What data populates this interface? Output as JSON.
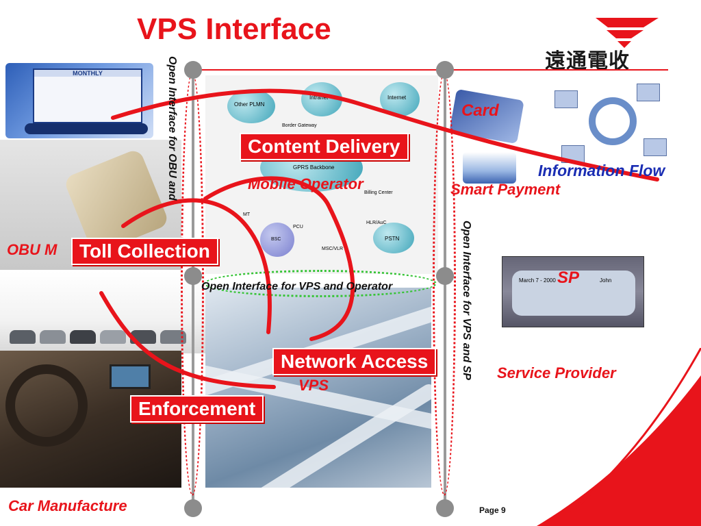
{
  "title": "VPS Interface",
  "logo": {
    "text": "遠通電收"
  },
  "labels": {
    "content_delivery": "Content Delivery",
    "toll_collection": "Toll Collection",
    "network_access": "Network Access",
    "enforcement": "Enforcement"
  },
  "annotations": {
    "card": "Card",
    "information_flow": "Information Flow",
    "mobile_operator": "Mobile Operator",
    "smart_payment": "Smart Payment",
    "obu_m": "OBU M",
    "open_interface_vps_operator": "Open Interface for VPS and Operator",
    "vps": "VPS",
    "sp": "SP",
    "service_provider": "Service Provider",
    "car_manufacture": "Car Manufacture"
  },
  "vertical_texts": {
    "left": "Open Interface for OBU and",
    "right": "Open Interface for VPS and SP"
  },
  "calendar": {
    "header": "MONTHLY"
  },
  "sp_panel": {
    "date": "March 7 - 2000",
    "user": "John"
  },
  "network_nodes": [
    "Other PLMN",
    "Intranet",
    "Internet",
    "Border Gateway",
    "GPRS Backbone",
    "Billing Center",
    "HLR/AuC",
    "PSTN",
    "MSC/VLR",
    "PCU",
    "BSC",
    "MT"
  ],
  "footer": {
    "page": "Page 9"
  },
  "colors": {
    "accent": "#e8141b",
    "blue_label": "#1a2db3",
    "pillar": "#8c8c8c",
    "green_dotted": "#37c437"
  }
}
